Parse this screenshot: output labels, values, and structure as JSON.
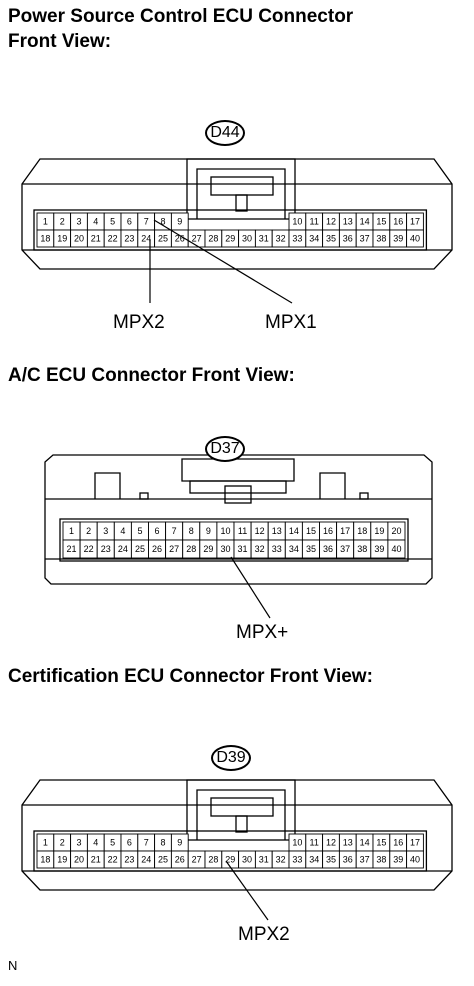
{
  "sections": [
    {
      "title_line1": "Power Source Control ECU Connector",
      "title_line2": "Front View:",
      "connector_code": "D44",
      "pins_top": [
        "1",
        "2",
        "3",
        "4",
        "5",
        "6",
        "7",
        "8",
        "9",
        "10",
        "11",
        "12",
        "13",
        "14",
        "15",
        "16",
        "17"
      ],
      "pins_bottom": [
        "18",
        "19",
        "20",
        "21",
        "22",
        "23",
        "24",
        "25",
        "26",
        "27",
        "28",
        "29",
        "30",
        "31",
        "32",
        "33",
        "34",
        "35",
        "36",
        "37",
        "38",
        "39",
        "40"
      ],
      "callouts": [
        "MPX2",
        "MPX1"
      ]
    },
    {
      "title_line1": "A/C ECU Connector Front View:",
      "connector_code": "D37",
      "pins_top": [
        "1",
        "2",
        "3",
        "4",
        "5",
        "6",
        "7",
        "8",
        "9",
        "10",
        "11",
        "12",
        "13",
        "14",
        "15",
        "16",
        "17",
        "18",
        "19",
        "20"
      ],
      "pins_bottom": [
        "21",
        "22",
        "23",
        "24",
        "25",
        "26",
        "27",
        "28",
        "29",
        "30",
        "31",
        "32",
        "33",
        "34",
        "35",
        "36",
        "37",
        "38",
        "39",
        "40"
      ],
      "callouts": [
        "MPX+"
      ]
    },
    {
      "title_line1": "Certification ECU Connector Front View:",
      "connector_code": "D39",
      "pins_top": [
        "1",
        "2",
        "3",
        "4",
        "5",
        "6",
        "7",
        "8",
        "9",
        "10",
        "11",
        "12",
        "13",
        "14",
        "15",
        "16",
        "17"
      ],
      "pins_bottom": [
        "18",
        "19",
        "20",
        "21",
        "22",
        "23",
        "24",
        "25",
        "26",
        "27",
        "28",
        "29",
        "30",
        "31",
        "32",
        "33",
        "34",
        "35",
        "36",
        "37",
        "38",
        "39",
        "40"
      ],
      "callouts": [
        "MPX2"
      ]
    }
  ],
  "footnote": "N"
}
